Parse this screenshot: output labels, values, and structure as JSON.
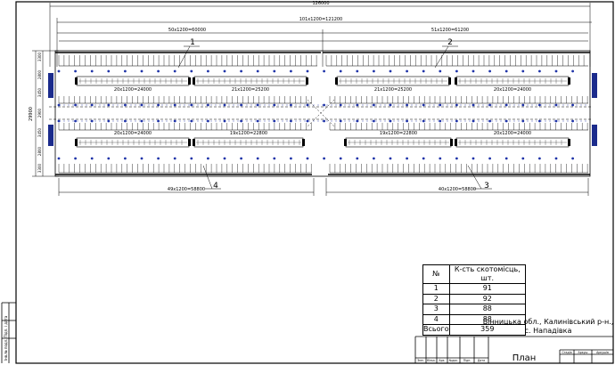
{
  "dims": {
    "total": "126000",
    "sec_a": "101x1200=121200",
    "top_left": "50x1200=60000",
    "top_right": "51x1200=61200",
    "bot_left": "49x1200=58800",
    "bot_right": "40x1200=58800",
    "height": "29900",
    "row_labels": [
      "3300",
      "2800",
      "3450",
      "2900",
      "3450",
      "2800",
      "3300"
    ]
  },
  "pens": [
    {
      "n": "1"
    },
    {
      "n": "2"
    },
    {
      "n": "3"
    },
    {
      "n": "4"
    }
  ],
  "feeders": {
    "top": [
      "20x1200=24000",
      "21x1200=25200",
      "21x1200=25200",
      "20x1200=24000"
    ],
    "bottom": [
      "20x1200=24000",
      "19x1200=22800",
      "19x1200=22800",
      "20x1200=24000"
    ]
  },
  "table": {
    "h_num": "№",
    "h_count": "К-сть скотомісць, шт.",
    "rows": [
      {
        "n": "1",
        "v": "91"
      },
      {
        "n": "2",
        "v": "92"
      },
      {
        "n": "3",
        "v": "88"
      },
      {
        "n": "4",
        "v": "88"
      },
      {
        "n": "Всього",
        "v": "359"
      }
    ]
  },
  "title_block": {
    "address_1": "Вінницька обл., Калинівський р-н.,",
    "address_2": "с. Нападівка",
    "sheet_title": "План",
    "cols": [
      "Змн.",
      "Кільк.",
      "Арк.",
      "№док.",
      "Підп.",
      "Дата"
    ],
    "stage": [
      "Стадія",
      "Аркуш",
      "Аркушів"
    ]
  },
  "side_stamp": "Інв.№ подл.  Підп. і дата"
}
